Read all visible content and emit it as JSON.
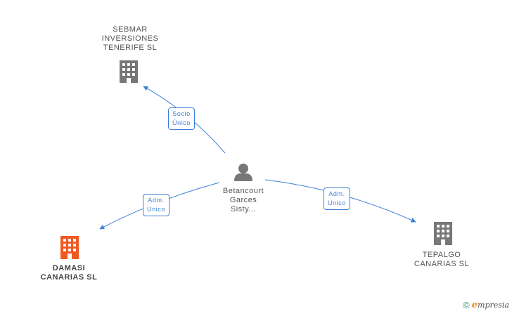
{
  "nodes": {
    "person": {
      "label": "Betancourt\nGarces\nSisty...",
      "type": "person"
    },
    "sebmar": {
      "label": "SEBMAR\nINVERSIONES\nTENERIFE SL",
      "type": "company"
    },
    "damasi": {
      "label": "DAMASI\nCANARIAS SL",
      "type": "company-main"
    },
    "tepalgo": {
      "label": "TEPALGO\nCANARIAS SL",
      "type": "company"
    }
  },
  "edges": {
    "to_sebmar": {
      "label": "Socio\nÚnico"
    },
    "to_damasi": {
      "label": "Adm.\nUnico"
    },
    "to_tepalgo": {
      "label": "Adm.\nUnico"
    }
  },
  "footer": {
    "copyright": "©",
    "brand_initial": "e",
    "brand_rest": "mpresia"
  },
  "colors": {
    "edge": "#3d7fd6",
    "company_icon": "#777777",
    "main_company_icon": "#f05a22",
    "person_icon": "#777777"
  }
}
